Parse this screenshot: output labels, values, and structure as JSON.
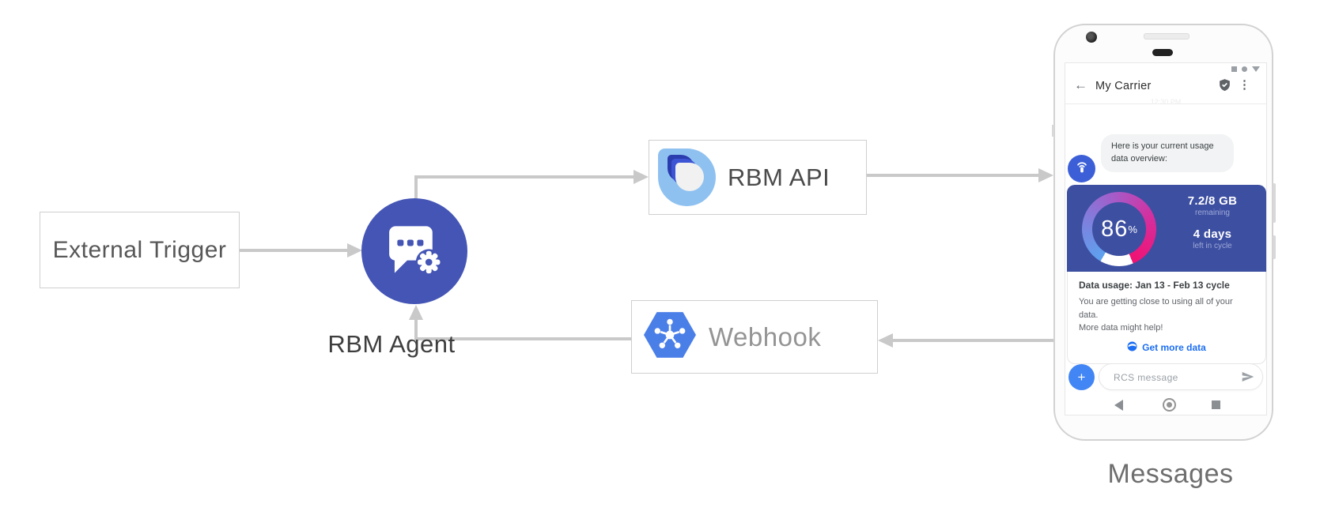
{
  "diagram": {
    "nodes": {
      "external_trigger": "External Trigger",
      "rbm_agent": "RBM Agent",
      "rbm_api": "RBM API",
      "webhook": "Webhook",
      "messages": "Messages"
    }
  },
  "phone": {
    "header": {
      "back_glyph": "←",
      "title": "My Carrier",
      "menu_glyph": "⋮"
    },
    "timestamp": "12:30 PM",
    "chat_bubble": {
      "line1": "Here is your current usage",
      "line2": "data overview:"
    },
    "usage_card": {
      "gauge_percent": "86",
      "percent_sign": "%",
      "amount": "7.2/8 GB",
      "amount_caption": "remaining",
      "days": "4 days",
      "days_caption": "left in cycle",
      "heading": "Data usage: Jan 13 - Feb 13 cycle",
      "body_line1": "You are getting close to using all of your data.",
      "body_line2": "More data might help!",
      "link_label": "Get more data"
    },
    "compose": {
      "plus_glyph": "+",
      "placeholder": "RCS message"
    }
  },
  "icons": {
    "agent": "chat-bubble-gear-icon",
    "rbm_api_logo": "rcs-teardrop-logo",
    "webhook": "pubsub-hexagon-icon",
    "avatar": "broadcast-beacon-icon",
    "verified": "shield-check-icon",
    "link": "globe-icon",
    "send": "send-arrow-icon",
    "status": [
      "square-icon",
      "dot-icon",
      "triangle-icon"
    ],
    "nav": [
      "back-triangle-icon",
      "home-circle-icon",
      "recents-square-icon"
    ]
  },
  "colors": {
    "agent_indigo": "#4455b5",
    "card_indigo": "#3d4fa1",
    "google_blue": "#4285f4",
    "avatar_blue": "#3c5fd8",
    "hexagon_blue": "#4b7fe8",
    "logo_light_blue": "#8fc1f0",
    "link_blue": "#1c6ef2",
    "arrow_gray": "#c9c9c9",
    "gauge_gradient": [
      "#5da2ef",
      "#7c82de",
      "#a55cc9",
      "#d42f9e",
      "#ee1476"
    ]
  }
}
